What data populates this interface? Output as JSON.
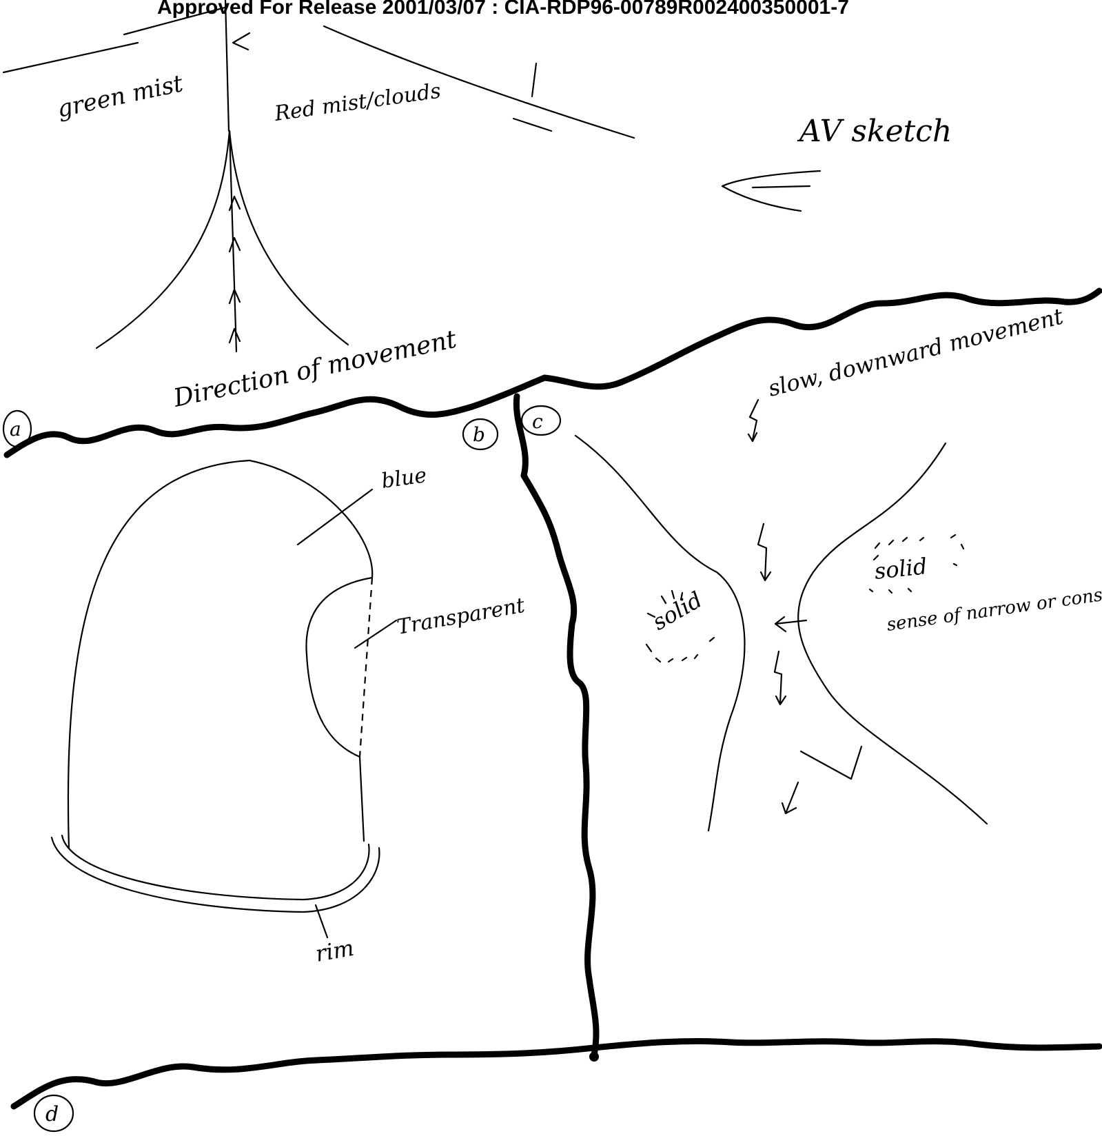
{
  "header": {
    "release_text": "Approved For Release 2001/03/07 : CIA-RDP96-00789R002400350001-7"
  },
  "labels": {
    "title": "AV sketch",
    "green_mist": "green mist",
    "red_mist": "Red mist/clouds",
    "direction": "Direction of movement",
    "slow_movement": "slow, downward movement",
    "blue": "blue",
    "transparent": "Transparent",
    "rim": "rim",
    "solid_left": "solid",
    "solid_right": "solid",
    "narrow": "sense of narrow or constricted"
  },
  "markers": {
    "a": "a",
    "b": "b",
    "c": "c",
    "d": "d"
  }
}
